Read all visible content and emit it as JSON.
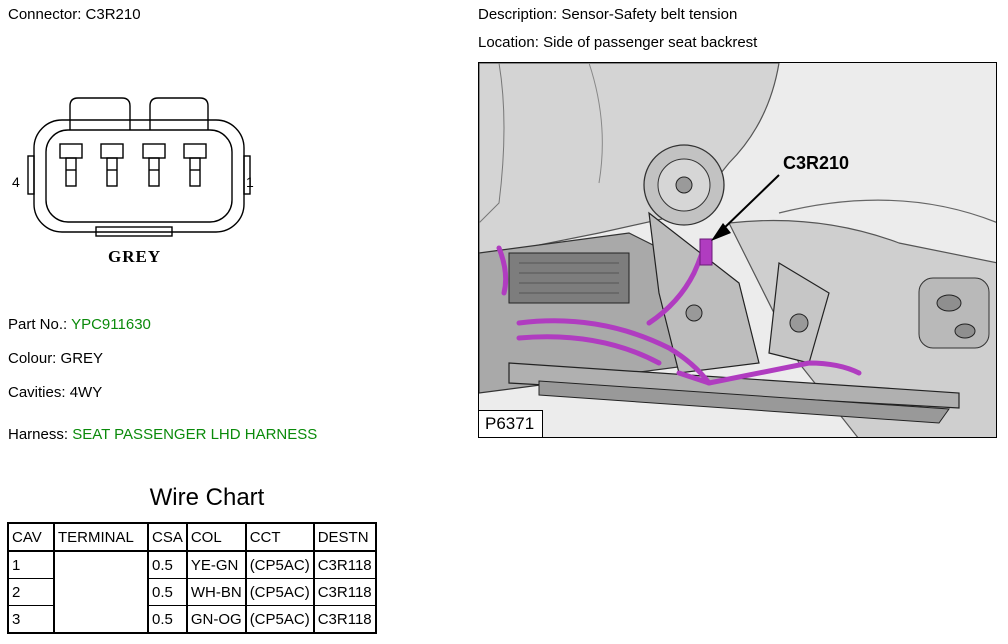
{
  "connector": {
    "label": "Connector:",
    "value": "C3R210",
    "pin_left": "4",
    "pin_right": "1",
    "housing_label": "GREY"
  },
  "description": {
    "label": "Description:",
    "value": "Sensor-Safety belt tension"
  },
  "location": {
    "label": "Location:",
    "value": "Side of passenger seat backrest"
  },
  "part_no": {
    "label": "Part No.:",
    "value": "YPC911630"
  },
  "colour": {
    "label": "Colour:",
    "value": "GREY"
  },
  "cavities": {
    "label": "Cavities:",
    "value": "4WY"
  },
  "harness": {
    "label": "Harness:",
    "value": "SEAT PASSENGER LHD HARNESS"
  },
  "photo": {
    "callout": "C3R210",
    "id": "P6371"
  },
  "wire_chart": {
    "title": "Wire Chart",
    "headers": [
      "CAV",
      "TERMINAL",
      "CSA",
      "COL",
      "CCT",
      "DESTN"
    ],
    "rows": [
      {
        "cav": "1",
        "terminal": "",
        "csa": "0.5",
        "col": "YE-GN",
        "cct": "(CP5AC)",
        "destn": "C3R118"
      },
      {
        "cav": "2",
        "terminal": "",
        "csa": "0.5",
        "col": "WH-BN",
        "cct": "(CP5AC)",
        "destn": "C3R118"
      },
      {
        "cav": "3",
        "terminal": "",
        "csa": "0.5",
        "col": "GN-OG",
        "cct": "(CP5AC)",
        "destn": "C3R118"
      }
    ]
  },
  "colors": {
    "link_green": "#0a8a0a",
    "harness_magenta": "#b03cc0"
  }
}
